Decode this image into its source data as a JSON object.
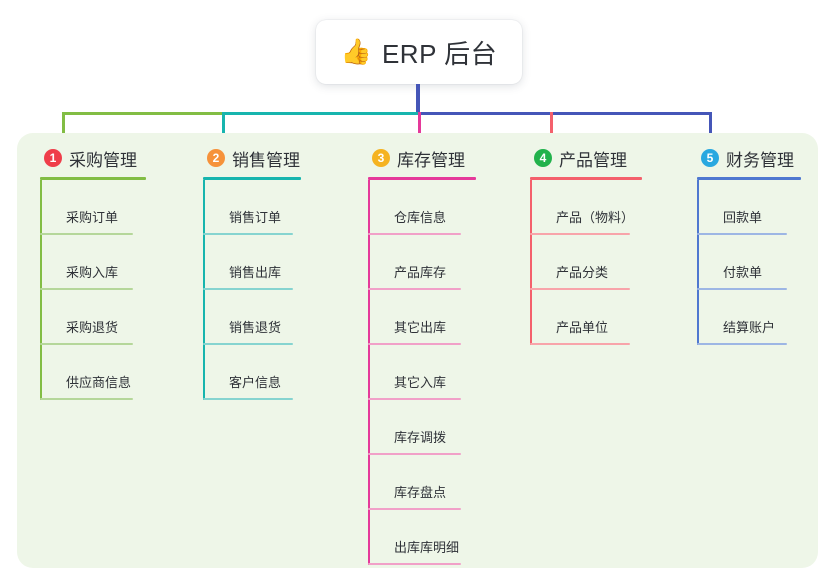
{
  "root": {
    "icon": "thumbs-up-icon",
    "icon_glyph": "👍",
    "title": "ERP 后台"
  },
  "panel": {
    "background_color": "#eef6e8"
  },
  "connector": {
    "trunk_color": "#4556b8",
    "bus_segments": [
      {
        "color": "#82bd44"
      },
      {
        "color": "#17b5ae"
      },
      {
        "color": "#4556b8"
      }
    ]
  },
  "columns": [
    {
      "number": "1",
      "title": "采购管理",
      "badge_color": "#ef3e4a",
      "line_color": "#82bd44",
      "leaf_line_color": "#b5d79a",
      "drop_color": "#82bd44",
      "items": [
        {
          "label": "采购订单"
        },
        {
          "label": "采购入库"
        },
        {
          "label": "采购退货"
        },
        {
          "label": "供应商信息"
        }
      ]
    },
    {
      "number": "2",
      "title": "销售管理",
      "badge_color": "#f6923a",
      "line_color": "#17b5ae",
      "leaf_line_color": "#86d4d0",
      "drop_color": "#17b5ae",
      "items": [
        {
          "label": "销售订单"
        },
        {
          "label": "销售出库"
        },
        {
          "label": "销售退货"
        },
        {
          "label": "客户信息"
        }
      ]
    },
    {
      "number": "3",
      "title": "库存管理",
      "badge_color": "#f5b321",
      "line_color": "#e5399a",
      "leaf_line_color": "#f1a0c8",
      "drop_color": "#e5399a",
      "items": [
        {
          "label": "仓库信息"
        },
        {
          "label": "产品库存"
        },
        {
          "label": "其它出库"
        },
        {
          "label": "其它入库"
        },
        {
          "label": "库存调拨"
        },
        {
          "label": "库存盘点"
        },
        {
          "label": "出库库明细"
        }
      ]
    },
    {
      "number": "4",
      "title": "产品管理",
      "badge_color": "#22b24c",
      "line_color": "#f4606c",
      "leaf_line_color": "#f8a4aa",
      "drop_color": "#f4606c",
      "items": [
        {
          "label": "产品（物料）"
        },
        {
          "label": "产品分类"
        },
        {
          "label": "产品单位"
        }
      ]
    },
    {
      "number": "5",
      "title": "财务管理",
      "badge_color": "#29a8e0",
      "line_color": "#4f78d0",
      "leaf_line_color": "#9db6e4",
      "drop_color": "#4556b8",
      "items": [
        {
          "label": "回款单"
        },
        {
          "label": "付款单"
        },
        {
          "label": "结算账户"
        }
      ]
    }
  ]
}
